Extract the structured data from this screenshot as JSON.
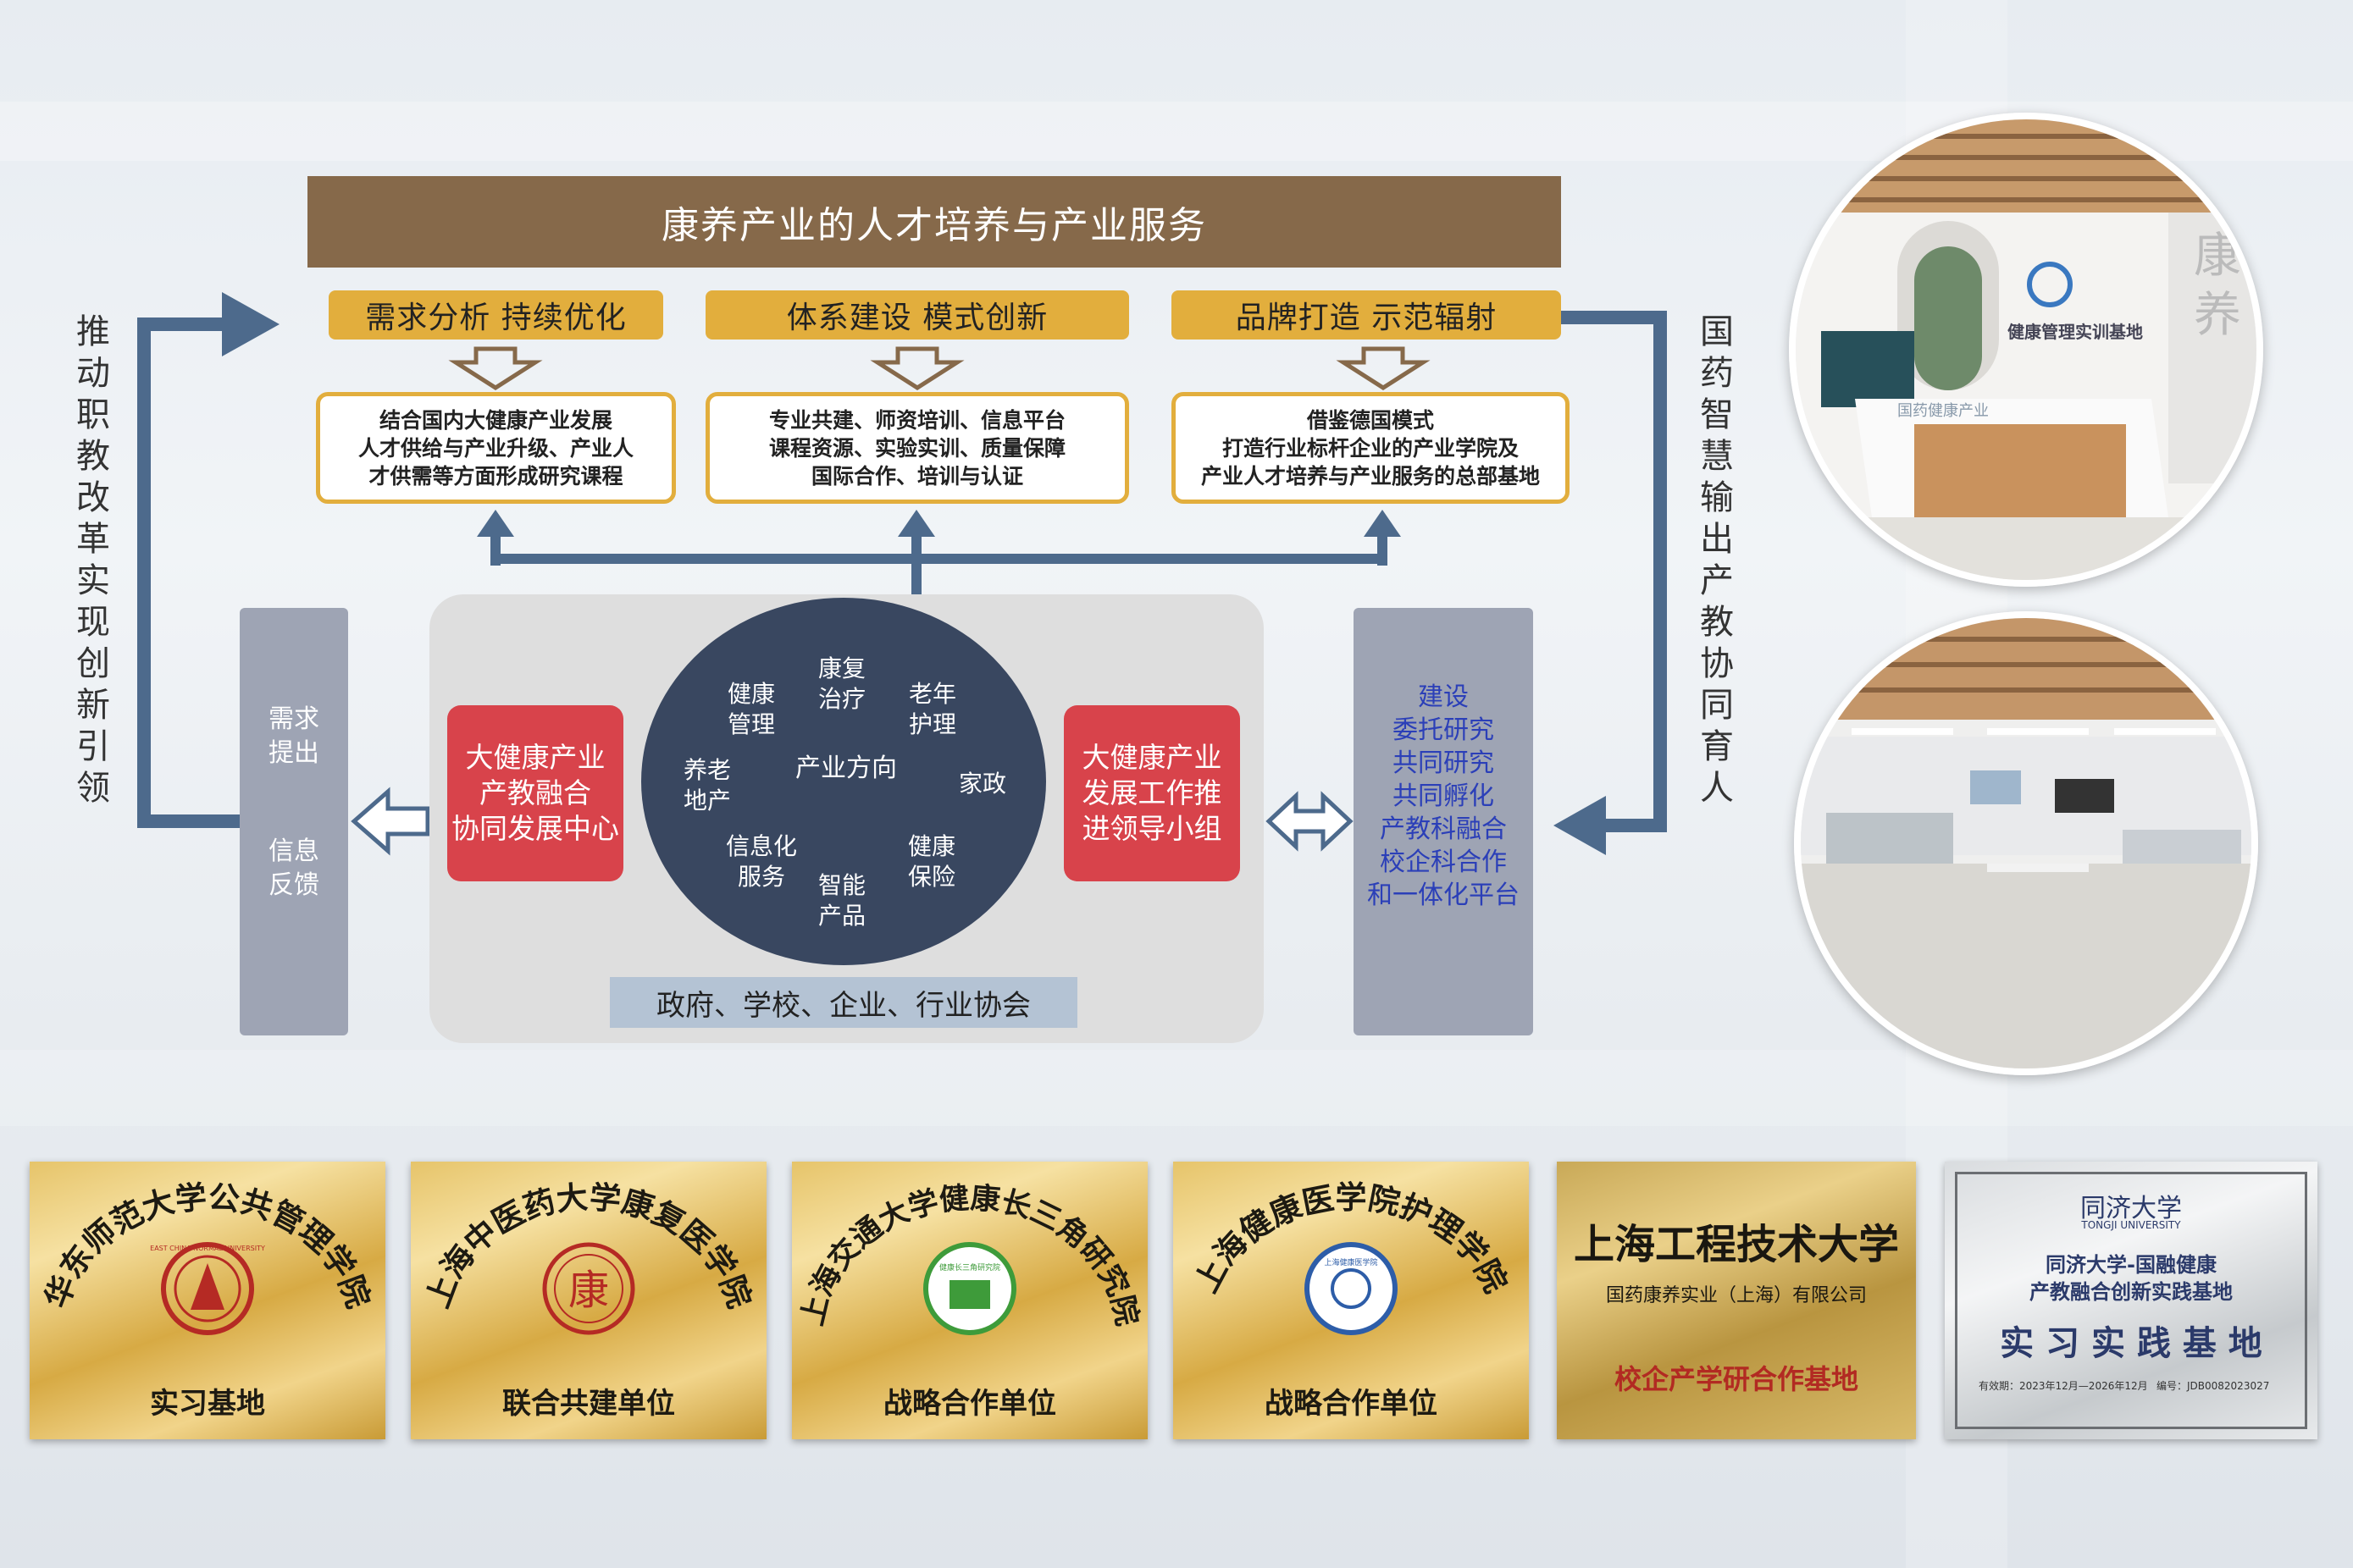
{
  "colors": {
    "title_bar": "#86694a",
    "gold": "#e2ae3d",
    "arrow_blue": "#4d6a8c",
    "red": "#d8434b",
    "circle_navy": "#394760",
    "side_gray": "#9ea4b4",
    "link_blue": "#2b3fb8"
  },
  "title": "康养产业的人才培养与产业服务",
  "pills": [
    "需求分析  持续优化",
    "体系建设  模式创新",
    "品牌打造  示范辐射"
  ],
  "boxes": [
    {
      "lines": [
        "结合国内大健康产业发展",
        "人才供给与产业升级、产业人",
        "才供需等方面形成研究课程"
      ]
    },
    {
      "lines": [
        "专业共建、师资培训、信息平台",
        "课程资源、实验实训、质量保障",
        "国际合作、培训与认证"
      ]
    },
    {
      "lines": [
        "借鉴德国模式",
        "打造行业标杆企业的产业学院及",
        "产业人才培养与产业服务的总部基地"
      ]
    }
  ],
  "left_vertical": "推动职教改革 实现创新引领",
  "right_vertical": "国药智慧输出 产教协同育人",
  "left_gray": {
    "top": "需求提出",
    "bottom": "信息反馈"
  },
  "left_red": [
    "大健康产业",
    "产教融合",
    "协同发展中心"
  ],
  "right_red": [
    "大健康产业",
    "发展工作推",
    "进领导小组"
  ],
  "circle": {
    "center": "产业方向",
    "items": [
      "健康管理",
      "康复治疗",
      "老年护理",
      "养老地产",
      "家政",
      "信息化服务",
      "智能产品",
      "健康保险"
    ]
  },
  "gov_bar": "政府、学校、企业、行业协会",
  "right_gray_lines": [
    "建设",
    "委托研究",
    "共同研究",
    "共同孵化",
    "产教科融合",
    "校企科合作",
    "和一体化平台"
  ],
  "photo_signs": {
    "sign1": "健康管理实训基地",
    "sign2": "国药健康产业"
  },
  "plaques": [
    {
      "arc": "华东师范大学公共管理学院",
      "seal": "EAST CHINA NORMAL UNIVERSITY",
      "bottom": "实习基地"
    },
    {
      "arc": "上海中医药大学康复医学院",
      "seal": "康",
      "bottom": "联合共建单位"
    },
    {
      "arc": "上海交通大学健康长三角研究院",
      "seal": "健康长三角研究院",
      "bottom": "战略合作单位"
    },
    {
      "arc": "上海健康医学院护理学院",
      "seal": "上海健康医学院",
      "bottom": "战略合作单位"
    },
    {
      "top": "上海工程技术大学",
      "middle": "国药康养实业（上海）有限公司",
      "bottom": "校企产学研合作基地"
    },
    {
      "logo": "同济大学",
      "logo_en": "TONGJI UNIVERSITY",
      "line1": "同济大学-国融健康",
      "line2": "产教融合创新实践基地",
      "big": "实 习 实 践 基 地",
      "small1": "有效期：2023年12月—2026年12月",
      "small2": "编号：JDB0082023027"
    }
  ]
}
